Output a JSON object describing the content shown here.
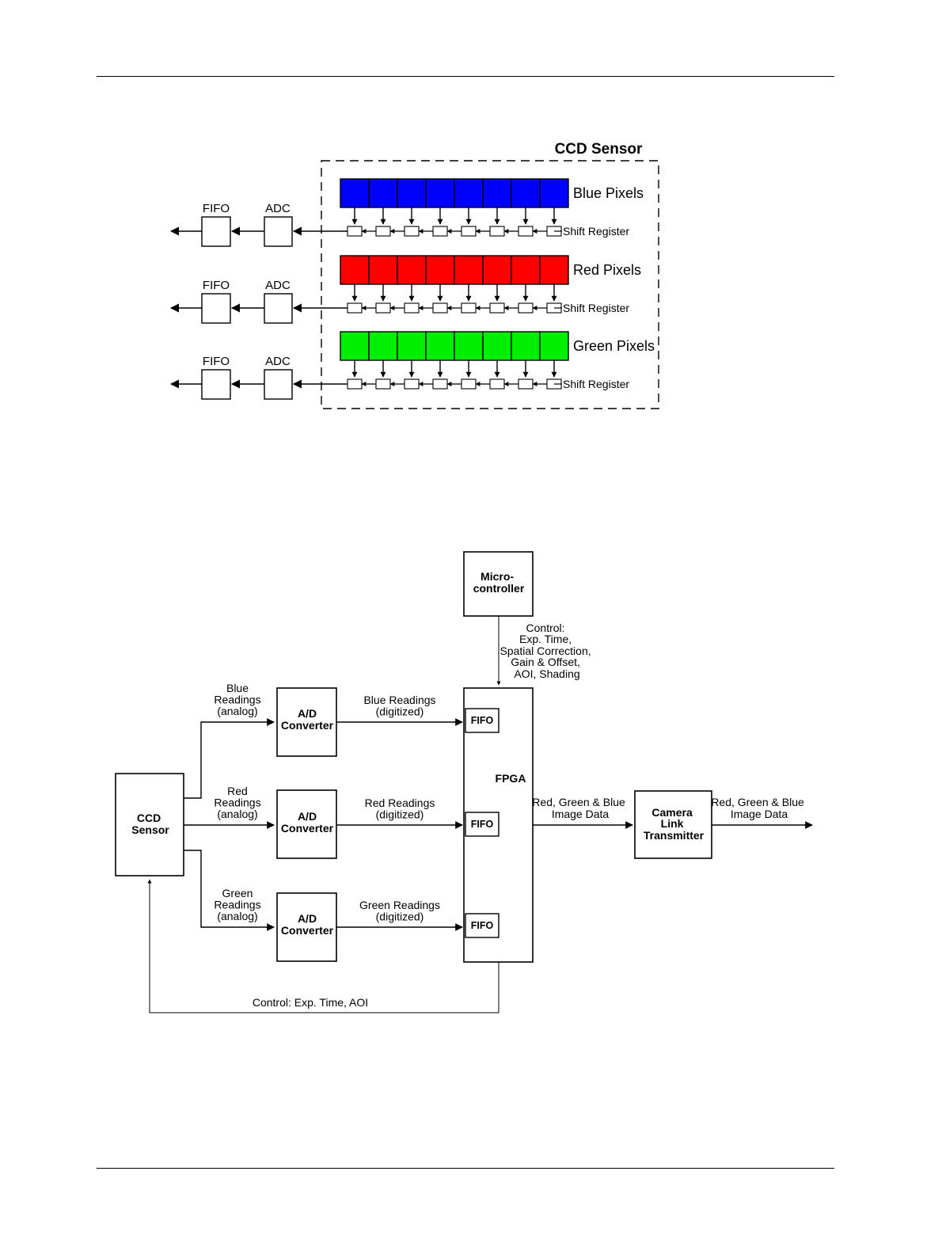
{
  "colors": {
    "blue": "#0000ff",
    "red": "#ff0000",
    "green": "#00ee00",
    "stroke": "#000000"
  },
  "figure1": {
    "title": "CCD Sensor",
    "rows": [
      {
        "pixels_label": "Blue Pixels",
        "register_label": "Shift Register",
        "fifo_label": "FIFO",
        "adc_label": "ADC",
        "color": "#0000ff"
      },
      {
        "pixels_label": "Red Pixels",
        "register_label": "Shift Register",
        "fifo_label": "FIFO",
        "adc_label": "ADC",
        "color": "#ff0000"
      },
      {
        "pixels_label": "Green Pixels",
        "register_label": "Shift Register",
        "fifo_label": "FIFO",
        "adc_label": "ADC",
        "color": "#00ee00"
      }
    ],
    "pixel_count": 8
  },
  "figure2": {
    "microcontroller": [
      "Micro-",
      "controller"
    ],
    "control_label": [
      "Control:",
      "Exp. Time,",
      "Spatial Correction,",
      "Gain & Offset,",
      "AOI, Shading"
    ],
    "ccd_sensor": [
      "CCD",
      "Sensor"
    ],
    "adc_label": [
      "A/D",
      "Converter"
    ],
    "fpga": "FPGA",
    "fifo": "FIFO",
    "analog": [
      [
        "Blue",
        "Readings",
        "(analog)"
      ],
      [
        "Red",
        "Readings",
        "(analog)"
      ],
      [
        "Green",
        "Readings",
        "(analog)"
      ]
    ],
    "digitized": [
      [
        "Blue Readings",
        "(digitized)"
      ],
      [
        "Red Readings",
        "(digitized)"
      ],
      [
        "Green Readings",
        "(digitized)"
      ]
    ],
    "fpga_out": [
      "Red, Green & Blue",
      "Image Data"
    ],
    "camera_link": [
      "Camera",
      "Link",
      "Transmitter"
    ],
    "camera_out": [
      "Red, Green & Blue",
      "Image Data"
    ],
    "feedback": "Control: Exp. Time, AOI"
  }
}
